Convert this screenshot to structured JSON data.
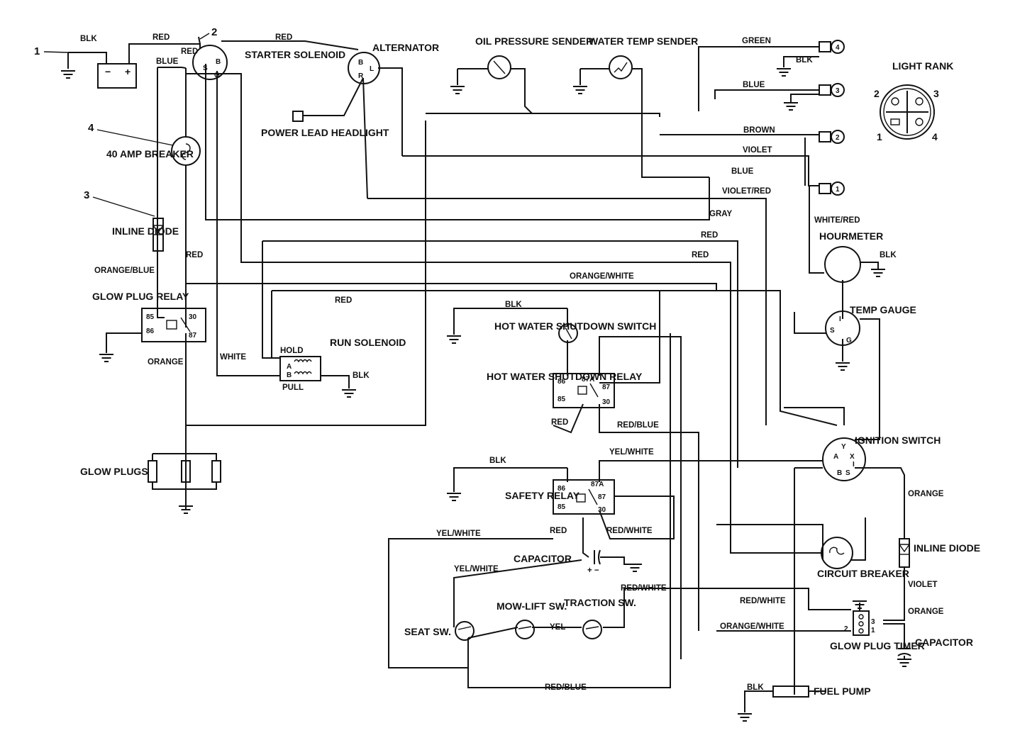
{
  "components": {
    "starter_solenoid": "STARTER SOLENOID",
    "alternator": "ALTERNATOR",
    "oil_pressure_sender": "OIL PRESSURE SENDER",
    "water_temp_sender": "WATER TEMP SENDER",
    "light_rank": "LIGHT RANK",
    "power_lead_headlight": "POWER LEAD HEADLIGHT",
    "breaker_40a": "40 AMP BREAKER",
    "inline_diode": "INLINE DIODE",
    "glow_plug_relay": "GLOW PLUG RELAY",
    "run_solenoid": "RUN SOLENOID",
    "hourmeter": "HOURMETER",
    "temp_gauge": "TEMP GAUGE",
    "hot_water_shutdown_switch": "HOT WATER SHUTDOWN SWITCH",
    "hot_water_shutdown_relay": "HOT WATER SHUTDOWN RELAY",
    "ignition_switch": "IGNITION SWITCH",
    "glow_plugs": "GLOW PLUGS",
    "safety_relay": "SAFETY RELAY",
    "capacitor": "CAPACITOR",
    "circuit_breaker": "CIRCUIT BREAKER",
    "seat_sw": "SEAT SW.",
    "mow_lift_sw": "MOW-LIFT SW.",
    "traction_sw": "TRACTION SW.",
    "glow_plug_timer": "GLOW PLUG TIMER",
    "fuel_pump": "FUEL PUMP",
    "inline_diode_2": "INLINE DIODE",
    "capacitor_2": "CAPACITOR"
  },
  "callouts": [
    "1",
    "2",
    "3",
    "4"
  ],
  "connectors": [
    "4",
    "3",
    "2",
    "1"
  ],
  "light_rank_pins": [
    "1",
    "2",
    "3",
    "4"
  ],
  "battery": {
    "minus": "−",
    "plus": "+"
  },
  "capacitor_polarity": "+ −",
  "pins": {
    "starter": [
      "B",
      "S",
      "G"
    ],
    "alternator": [
      "B",
      "L",
      "R"
    ],
    "relay": [
      "85",
      "86",
      "30",
      "87",
      "87A"
    ],
    "run_solenoid": [
      "HOLD",
      "PULL",
      "A",
      "B"
    ],
    "hourmeter_temp": [
      "I",
      "S",
      "G"
    ],
    "ignition": [
      "Y",
      "X",
      "A",
      "I",
      "B",
      "S"
    ],
    "timer": [
      "1",
      "2",
      "3"
    ]
  },
  "wires": {
    "blk": "BLK",
    "red": "RED",
    "blue": "BLUE",
    "green": "GREEN",
    "brown": "BROWN",
    "violet": "VIOLET",
    "violet_red": "VIOLET/RED",
    "gray": "GRAY",
    "white_red": "WHITE/RED",
    "orange_blue": "ORANGE/BLUE",
    "orange_white": "ORANGE/WHITE",
    "white": "WHITE",
    "orange": "ORANGE",
    "red_blue": "RED/BLUE",
    "yel_white": "YEL/WHITE",
    "red_white": "RED/WHITE",
    "yel": "YEL"
  }
}
